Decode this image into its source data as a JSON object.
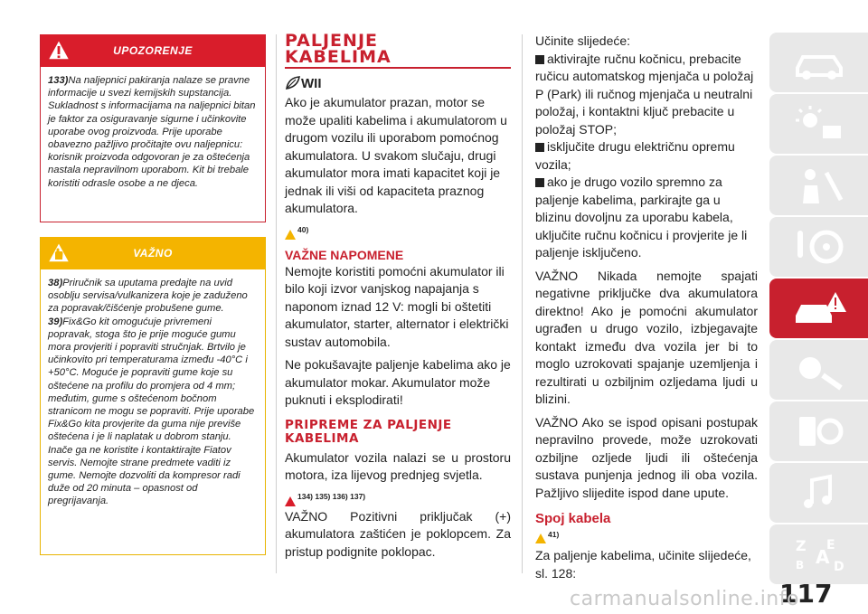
{
  "warning": {
    "title": "UPOZORENJE",
    "items": [
      {
        "num": "133)",
        "text": "Na naljepnici pakiranja nalaze se pravne informacije u svezi kemijskih supstancija. Sukladnost s informacijama na naljepnici bitan je faktor za osiguravanje sigurne i učinkovite uporabe ovog proizvoda. Prije uporabe obavezno pažljivo pročitajte ovu naljepnicu: korisnik proizvoda odgovoran je za oštećenja nastala nepravilnom uporabom. Kit bi trebale koristiti odrasle osobe a ne djeca."
      }
    ]
  },
  "note": {
    "title": "VAŽNO",
    "items": [
      {
        "num": "38)",
        "text": "Priručnik sa uputama predajte na uvid osoblju servisa/vulkanizera koje je zaduženo za popravak/čišćenje probušene gume."
      },
      {
        "num": "39)",
        "text": "Fix&Go kit omogućuje privremeni popravak, stoga što je prije moguće gumu mora provjeriti i popraviti stručnjak. Brtvilo je učinkovito pri temperaturama između -40°C i +50°C. Moguće je popraviti gume koje su oštećene na profilu do promjera od 4 mm; međutim, gume s oštećenom bočnom stranicom ne mogu se popraviti. Prije uporabe Fix&Go kita provjerite da guma nije previše oštećena i je li naplatak u dobrom stanju. Inače ga ne koristite i kontaktirajte Fiatov servis. Nemojte strane predmete vaditi iz gume. Nemojte dozvoliti da kompresor radi duže od 20 minuta – opasnost od pregrijavanja."
      }
    ]
  },
  "middle": {
    "title_line1": "PALJENJE",
    "title_line2": "KABELIMA",
    "intro": "Ako je akumulator prazan, motor se može upaliti kabelima i akumulatorom u drugom vozilu ili uporabom pomoćnog akumulatora. U svakom slučaju, drugi akumulator mora imati kapacitet koji je jednak ili viši od kapaciteta praznog akumulatora.",
    "ref1": "40)",
    "important_head": "VAŽNE NAPOMENE",
    "important_p1": "Nemojte koristiti pomoćni akumulator ili bilo koji izvor vanjskog napajanja s naponom iznad 12 V: mogli bi oštetiti akumulator, starter, alternator i električki sustav automobila.",
    "important_p2": "Ne pokušavajte paljenje kabelima ako je akumulator mokar. Akumulator može puknuti i eksplodirati!",
    "prep_title_line1": "PRIPREME ZA PALJENJE",
    "prep_title_line2": "KABELIMA",
    "prep_p1": "Akumulator vozila nalazi se u prostoru motora, iza lijevog prednjeg svjetla.",
    "ref2": "134) 135) 136) 137)",
    "prep_p2": "VAŽNO Pozitivni priključak (+) akumulatora zaštićen je poklopcem. Za pristup podignite poklopac."
  },
  "right": {
    "lead": "Učinite slijedeće:",
    "checks": [
      "aktivirajte ručnu kočnicu, prebacite ručicu automatskog mjenjača u položaj P (Park) ili ručnog mjenjača u neutralni položaj, i kontaktni ključ prebacite u položaj STOP;",
      "isključite drugu električnu opremu vozila;",
      "ako je drugo vozilo spremno za paljenje kabelima, parkirajte ga u blizinu dovoljnu za uporabu kabela, uključite ručnu kočnicu i provjerite je li paljenje isključeno."
    ],
    "p1": "VAŽNO Nikada nemojte spajati negativne priključke dva akumulatora direktno! Ako je pomoćni akumulator ugrađen u drugo vozilo, izbjegavajte kontakt između dva vozila jer bi to moglo uzrokovati spajanje uzemljenja i rezultirati u ozbiljnim ozljedama ljudi u blizini.",
    "p2": "VAŽNO Ako se ispod opisani postupak nepravilno provede, može uzrokovati ozbiljne ozljede ljudi ili oštećenja sustava punjenja jednog ili oba vozila. Pažljivo slijedite ispod dane upute.",
    "section": "Spoj kabela",
    "ref": "41)",
    "p3": "Za paljenje kabelima, učinite slijedeće, sl. 128:"
  },
  "page_number": "117",
  "watermark": "carmanualsonline.info",
  "colors": {
    "accent": "#c8202e",
    "warning_yellow": "#f4b400",
    "tab_grey": "#e8e8e8"
  }
}
